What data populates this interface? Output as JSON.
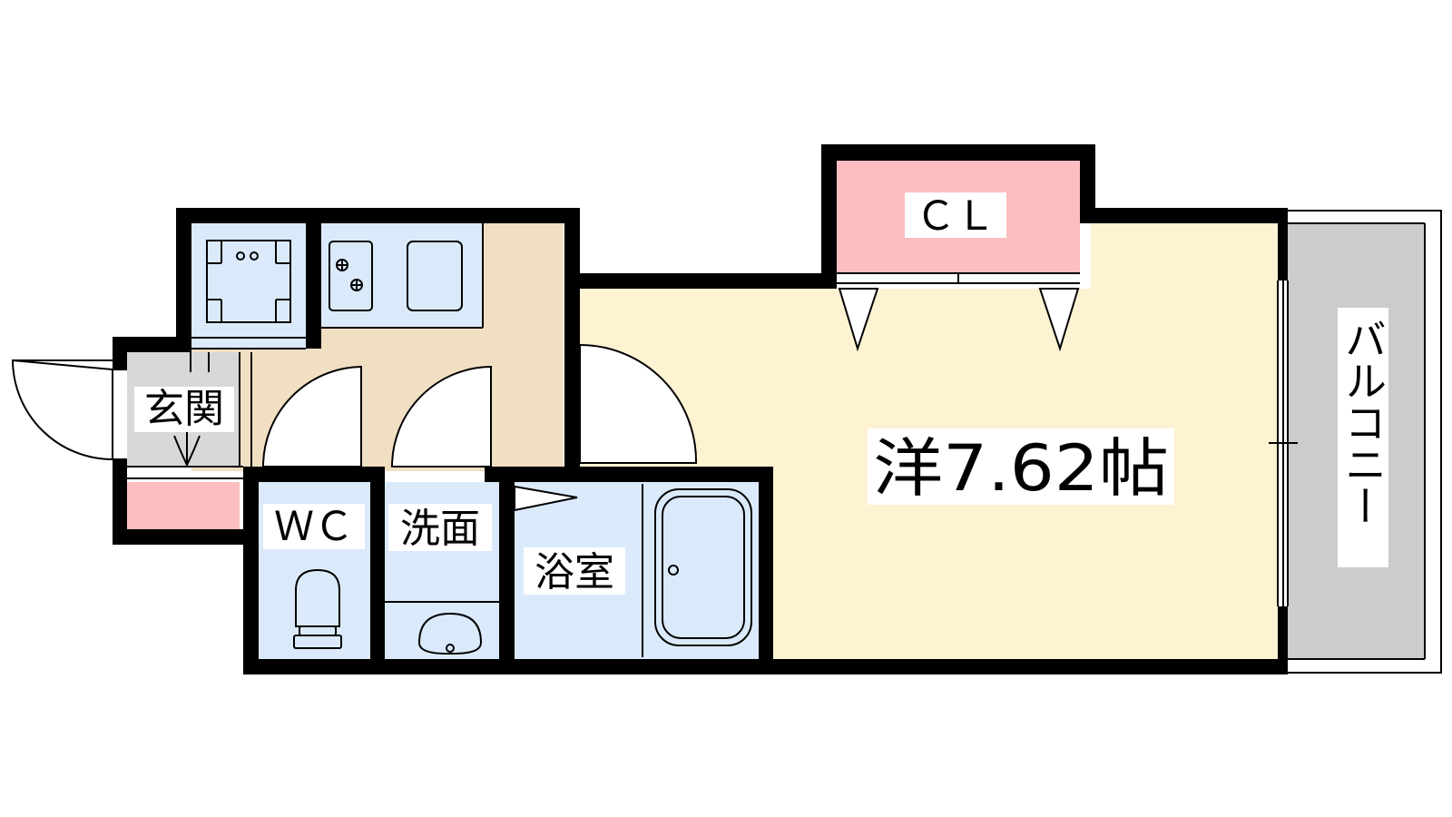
{
  "rooms": {
    "genkan": "玄関",
    "wc": "ＷＣ",
    "senmen": "洗面",
    "yokushitsu": "浴室",
    "yoshitsu": "洋7.62帖",
    "closet": "ＣＬ",
    "balcony": "バルコニー"
  },
  "colors": {
    "wall": "#000000",
    "living_floor": "#fdf2d2",
    "kitchen_floor": "#f1dfc3",
    "wet_area": "#dbeafb",
    "closet": "#fcbec0",
    "balcony": "#cccccc",
    "entrance": "#d8d8d8"
  }
}
